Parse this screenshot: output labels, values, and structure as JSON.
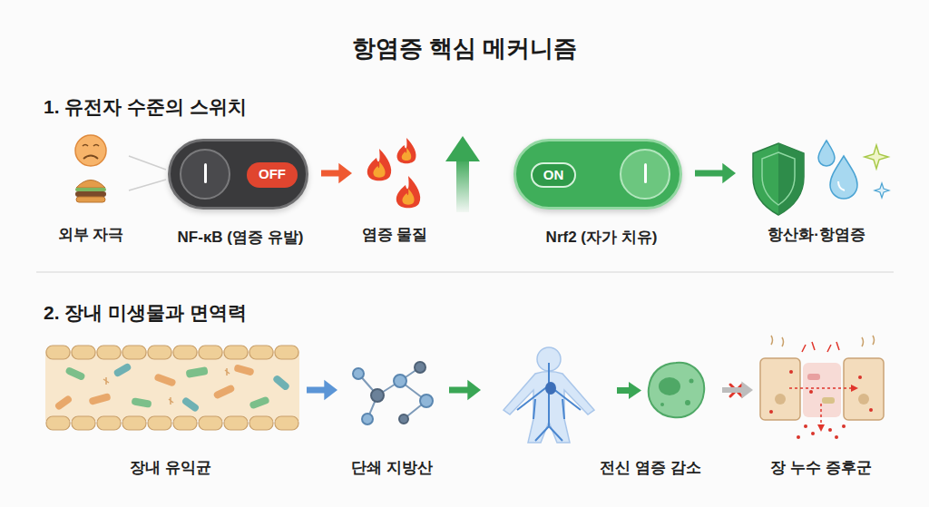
{
  "diagram": {
    "title": "항염증 핵심 메커니즘",
    "nodes": [
      {
        "text": [
          "외부 자극"
        ]
      },
      {
        "text": [
          "OFF",
          "NF-κB (염증 유발)"
        ]
      },
      {
        "text": [
          "염증 물질"
        ]
      },
      {
        "text": [
          "ON",
          "Nrf2 (자가 치유)"
        ]
      },
      {
        "text": [
          "항산화·항염증"
        ]
      },
      {
        "text": [
          "장내 유익균"
        ]
      },
      {
        "text": [
          "단쇄 지방산"
        ]
      },
      {
        "text": [
          "전신 염증 감소"
        ]
      },
      {
        "text": [
          "장 누수 증후군"
        ]
      }
    ],
    "edges": [
      {
        "from": 0,
        "to": 1,
        "arrow": "none"
      },
      {
        "from": 1,
        "to": 2,
        "arrow": "to"
      },
      {
        "from": 3,
        "to": 4,
        "arrow": "to"
      },
      {
        "from": 5,
        "to": 6,
        "arrow": "to"
      },
      {
        "from": 6,
        "to": 7,
        "arrow": "to"
      },
      {
        "from": 7,
        "to": 8,
        "arrow": "to"
      }
    ],
    "labels": [
      "1. 유전자 수준의 스위치",
      "2. 장내 미생물과 면역력"
    ]
  }
}
